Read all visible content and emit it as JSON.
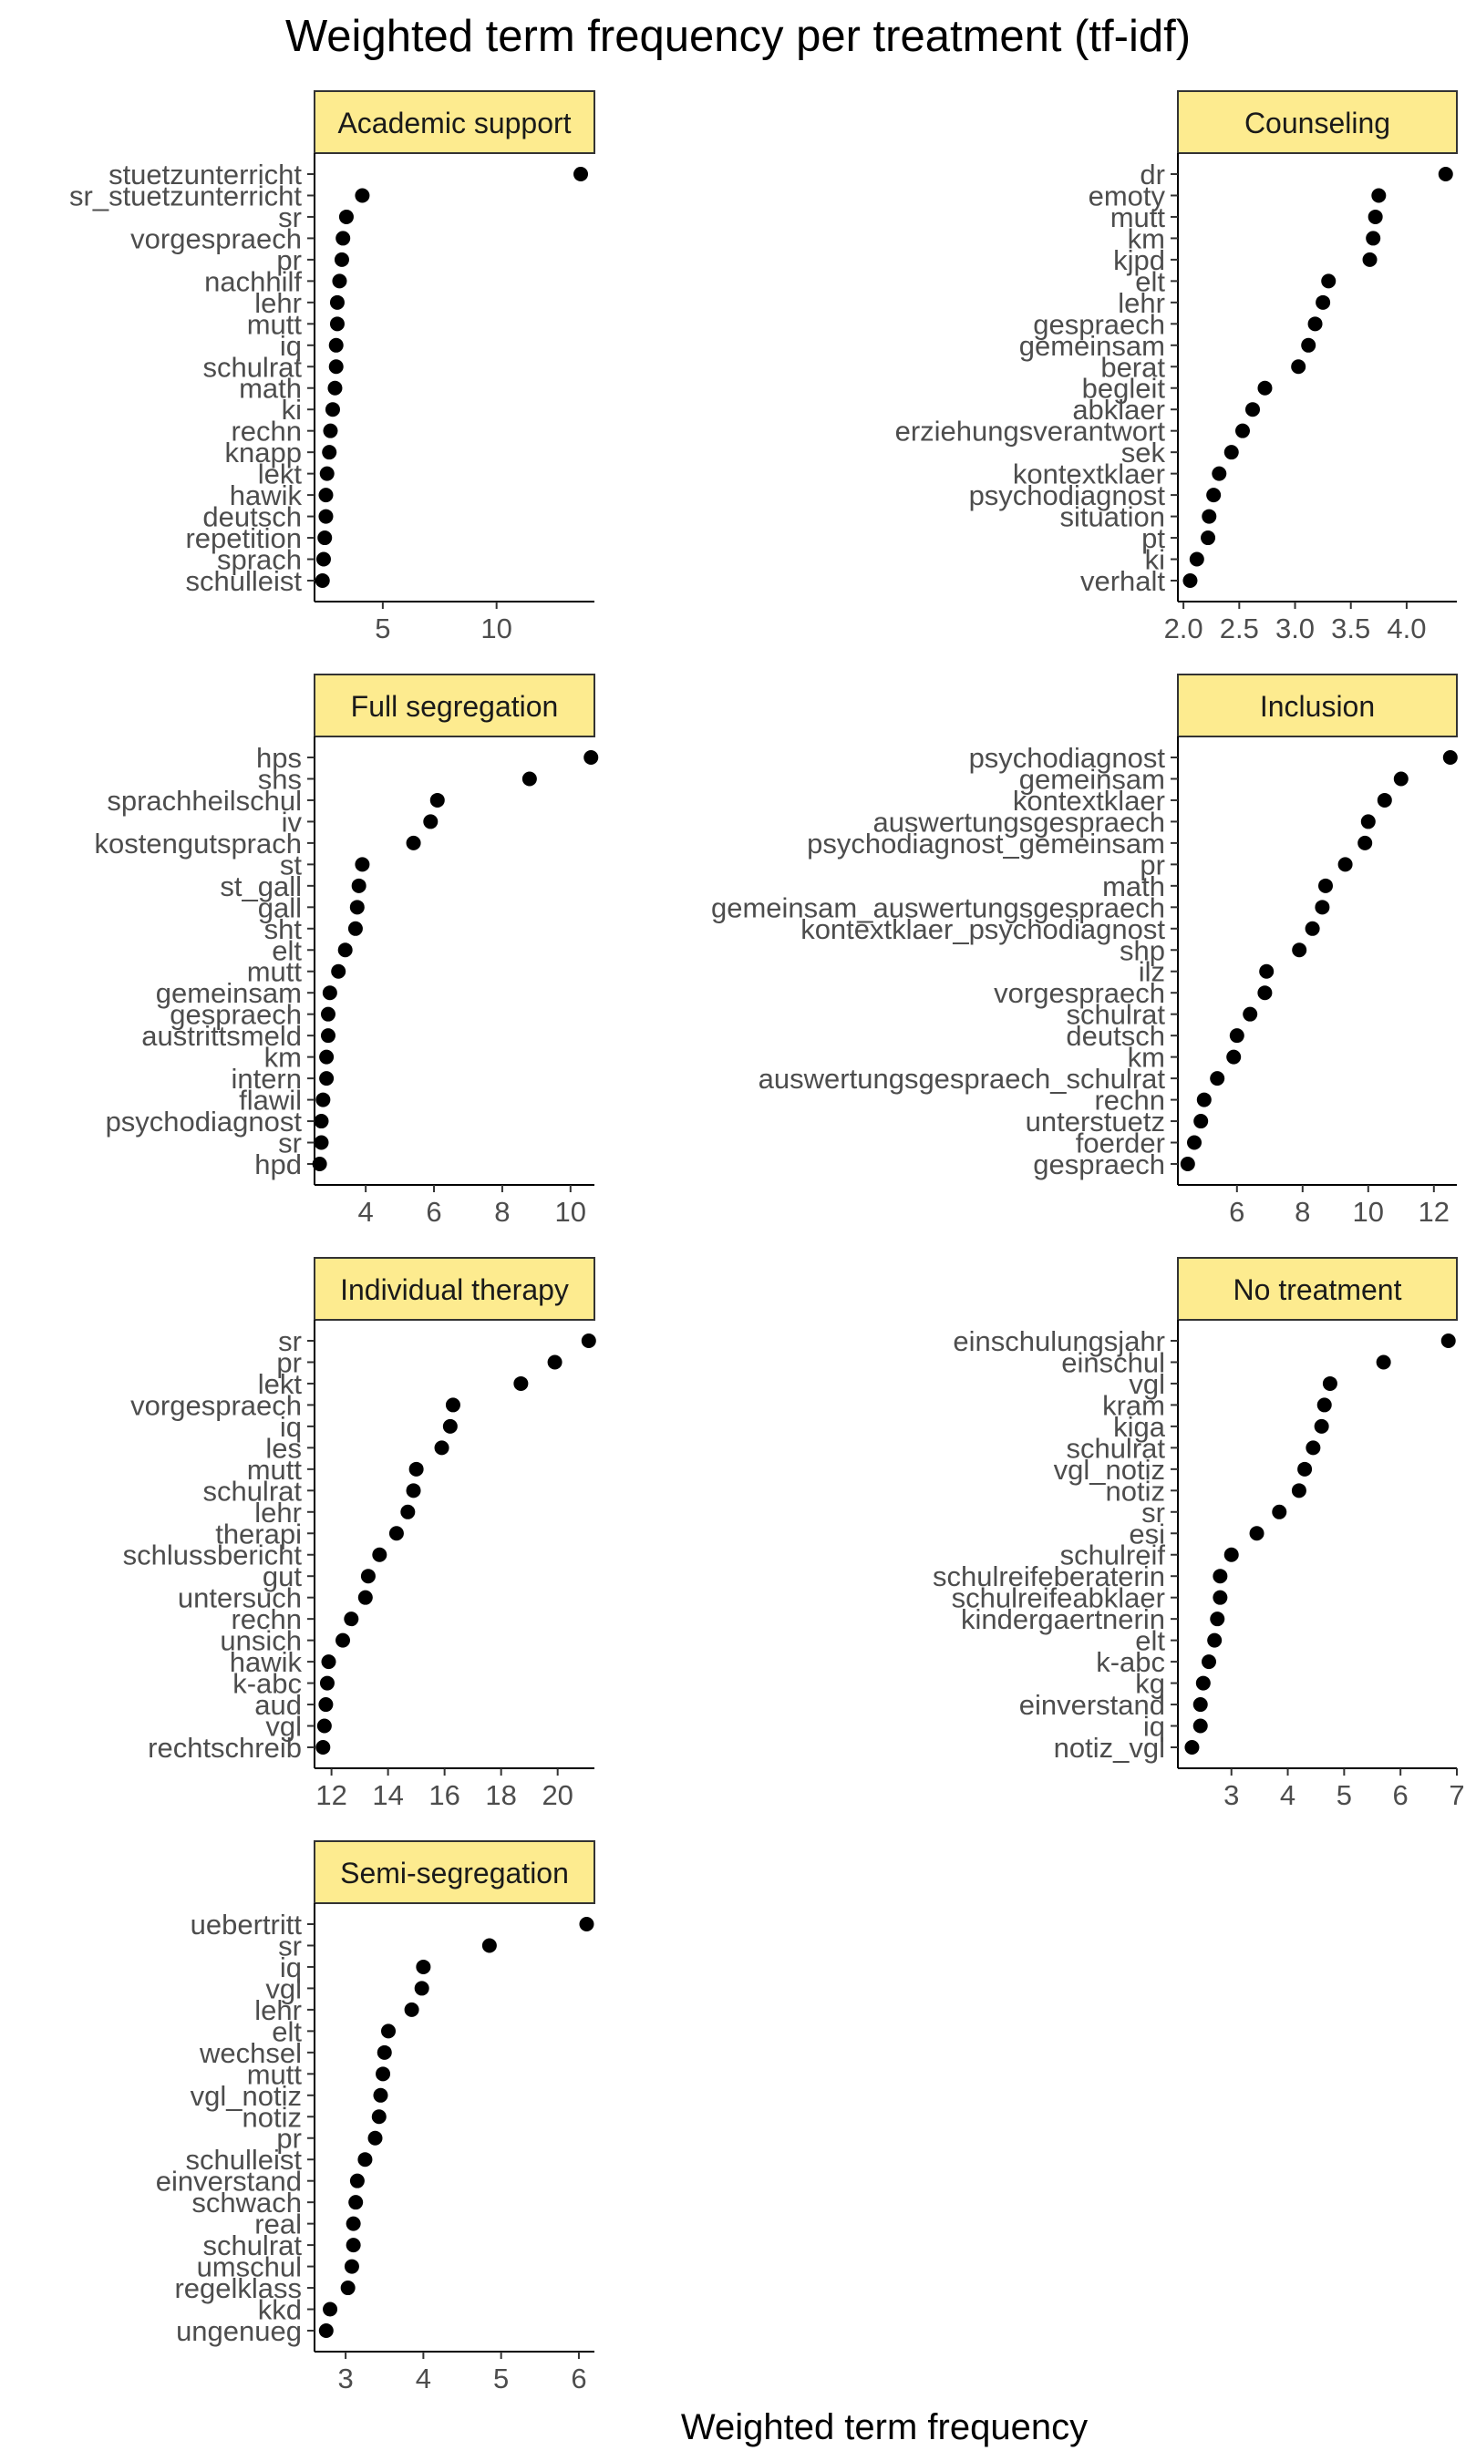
{
  "chart_data": {
    "type": "scatter",
    "title": "Weighted term frequency per treatment (tf-idf)",
    "xlabel": "Weighted term frequency",
    "ylabel": "",
    "strip_color": "#FDEB8F",
    "point_color": "#000000",
    "grid": false,
    "facets": [
      {
        "name": "Academic support",
        "xlim": [
          2.0,
          14.3
        ],
        "xticks": [
          5,
          10
        ],
        "xtick_labels": [
          "5",
          "10"
        ],
        "terms": [
          "stuetzunterricht",
          "sr_stuetzunterricht",
          "sr",
          "vorgespraech",
          "pr",
          "nachhilf",
          "lehr",
          "mutt",
          "iq",
          "schulrat",
          "math",
          "ki",
          "rechn",
          "knapp",
          "lekt",
          "hawik",
          "deutsch",
          "repetition",
          "sprach",
          "schulleist"
        ],
        "values": [
          13.7,
          4.1,
          3.4,
          3.25,
          3.2,
          3.1,
          3.0,
          3.0,
          2.95,
          2.95,
          2.9,
          2.8,
          2.7,
          2.65,
          2.55,
          2.5,
          2.5,
          2.45,
          2.4,
          2.35
        ]
      },
      {
        "name": "Counseling",
        "xlim": [
          1.95,
          4.45
        ],
        "xticks": [
          2.0,
          2.5,
          3.0,
          3.5,
          4.0
        ],
        "xtick_labels": [
          "2.0",
          "2.5",
          "3.0",
          "3.5",
          "4.0"
        ],
        "terms": [
          "dr",
          "emoty",
          "mutt",
          "km",
          "kjpd",
          "elt",
          "lehr",
          "gespraech",
          "gemeinsam",
          "berat",
          "begleit",
          "abklaer",
          "erziehungsverantwort",
          "sek",
          "kontextklaer",
          "psychodiagnost",
          "situation",
          "pt",
          "ki",
          "verhalt"
        ],
        "values": [
          4.35,
          3.75,
          3.72,
          3.7,
          3.67,
          3.3,
          3.25,
          3.18,
          3.12,
          3.03,
          2.73,
          2.62,
          2.53,
          2.43,
          2.32,
          2.27,
          2.23,
          2.22,
          2.12,
          2.06
        ]
      },
      {
        "name": "Full segregation",
        "xlim": [
          2.5,
          10.7
        ],
        "xticks": [
          4,
          6,
          8,
          10
        ],
        "xtick_labels": [
          "4",
          "6",
          "8",
          "10"
        ],
        "terms": [
          "hps",
          "shs",
          "sprachheilschul",
          "iv",
          "kostengutsprach",
          "st",
          "st_gall",
          "gall",
          "sht",
          "elt",
          "mutt",
          "gemeinsam",
          "gespraech",
          "austrittsmeld",
          "km",
          "intern",
          "flawil",
          "psychodiagnost",
          "sr",
          "hpd"
        ],
        "values": [
          10.6,
          8.8,
          6.1,
          5.9,
          5.4,
          3.9,
          3.8,
          3.75,
          3.7,
          3.4,
          3.2,
          2.95,
          2.9,
          2.9,
          2.85,
          2.85,
          2.75,
          2.7,
          2.7,
          2.65
        ]
      },
      {
        "name": "Inclusion",
        "xlim": [
          4.2,
          12.7
        ],
        "xticks": [
          6,
          8,
          10,
          12
        ],
        "xtick_labels": [
          "6",
          "8",
          "10",
          "12"
        ],
        "terms": [
          "psychodiagnost",
          "gemeinsam",
          "kontextklaer",
          "auswertungsgespraech",
          "psychodiagnost_gemeinsam",
          "pr",
          "math",
          "gemeinsam_auswertungsgespraech",
          "kontextklaer_psychodiagnost",
          "shp",
          "ilz",
          "vorgespraech",
          "schulrat",
          "deutsch",
          "km",
          "auswertungsgespraech_schulrat",
          "rechn",
          "unterstuetz",
          "foerder",
          "gespraech"
        ],
        "values": [
          12.5,
          11.0,
          10.5,
          10.0,
          9.9,
          9.3,
          8.7,
          8.6,
          8.3,
          7.9,
          6.9,
          6.85,
          6.4,
          6.0,
          5.9,
          5.4,
          5.0,
          4.9,
          4.7,
          4.5
        ]
      },
      {
        "name": "Individual therapy",
        "xlim": [
          11.4,
          21.3
        ],
        "xticks": [
          12,
          14,
          16,
          18,
          20
        ],
        "xtick_labels": [
          "12",
          "14",
          "16",
          "18",
          "20"
        ],
        "terms": [
          "sr",
          "pr",
          "lekt",
          "vorgespraech",
          "iq",
          "les",
          "mutt",
          "schulrat",
          "lehr",
          "therapi",
          "schlussbericht",
          "gut",
          "untersuch",
          "rechn",
          "unsich",
          "hawik",
          "k-abc",
          "aud",
          "vgl",
          "rechtschreib"
        ],
        "values": [
          21.1,
          19.9,
          18.7,
          16.3,
          16.2,
          15.9,
          15.0,
          14.9,
          14.7,
          14.3,
          13.7,
          13.3,
          13.2,
          12.7,
          12.4,
          11.9,
          11.85,
          11.8,
          11.75,
          11.7
        ]
      },
      {
        "name": "No treatment",
        "xlim": [
          2.05,
          7.0
        ],
        "xticks": [
          3,
          4,
          5,
          6,
          7
        ],
        "xtick_labels": [
          "3",
          "4",
          "5",
          "6",
          "7"
        ],
        "terms": [
          "einschulungsjahr",
          "einschul",
          "vgl",
          "kram",
          "kiga",
          "schulrat",
          "vgl_notiz",
          "notiz",
          "sr",
          "esi",
          "schulreif",
          "schulreifeberaterin",
          "schulreifeabklaer",
          "kindergaertnerin",
          "elt",
          "k-abc",
          "kg",
          "einverstand",
          "iq",
          "notiz_vgl"
        ],
        "values": [
          6.85,
          5.7,
          4.75,
          4.65,
          4.6,
          4.45,
          4.3,
          4.2,
          3.85,
          3.45,
          3.0,
          2.8,
          2.8,
          2.75,
          2.7,
          2.6,
          2.5,
          2.45,
          2.45,
          2.3
        ]
      },
      {
        "name": "Semi-segregation",
        "xlim": [
          2.6,
          6.2
        ],
        "xticks": [
          3,
          4,
          5,
          6
        ],
        "xtick_labels": [
          "3",
          "4",
          "5",
          "6"
        ],
        "terms": [
          "uebertritt",
          "sr",
          "iq",
          "vgl",
          "lehr",
          "elt",
          "wechsel",
          "mutt",
          "vgl_notiz",
          "notiz",
          "pr",
          "schulleist",
          "einverstand",
          "schwach",
          "real",
          "schulrat",
          "umschul",
          "regelklass",
          "kkd",
          "ungenueg"
        ],
        "values": [
          6.1,
          4.85,
          4.0,
          3.98,
          3.85,
          3.55,
          3.5,
          3.48,
          3.45,
          3.43,
          3.38,
          3.25,
          3.15,
          3.13,
          3.1,
          3.1,
          3.08,
          3.03,
          2.8,
          2.75
        ]
      }
    ]
  }
}
